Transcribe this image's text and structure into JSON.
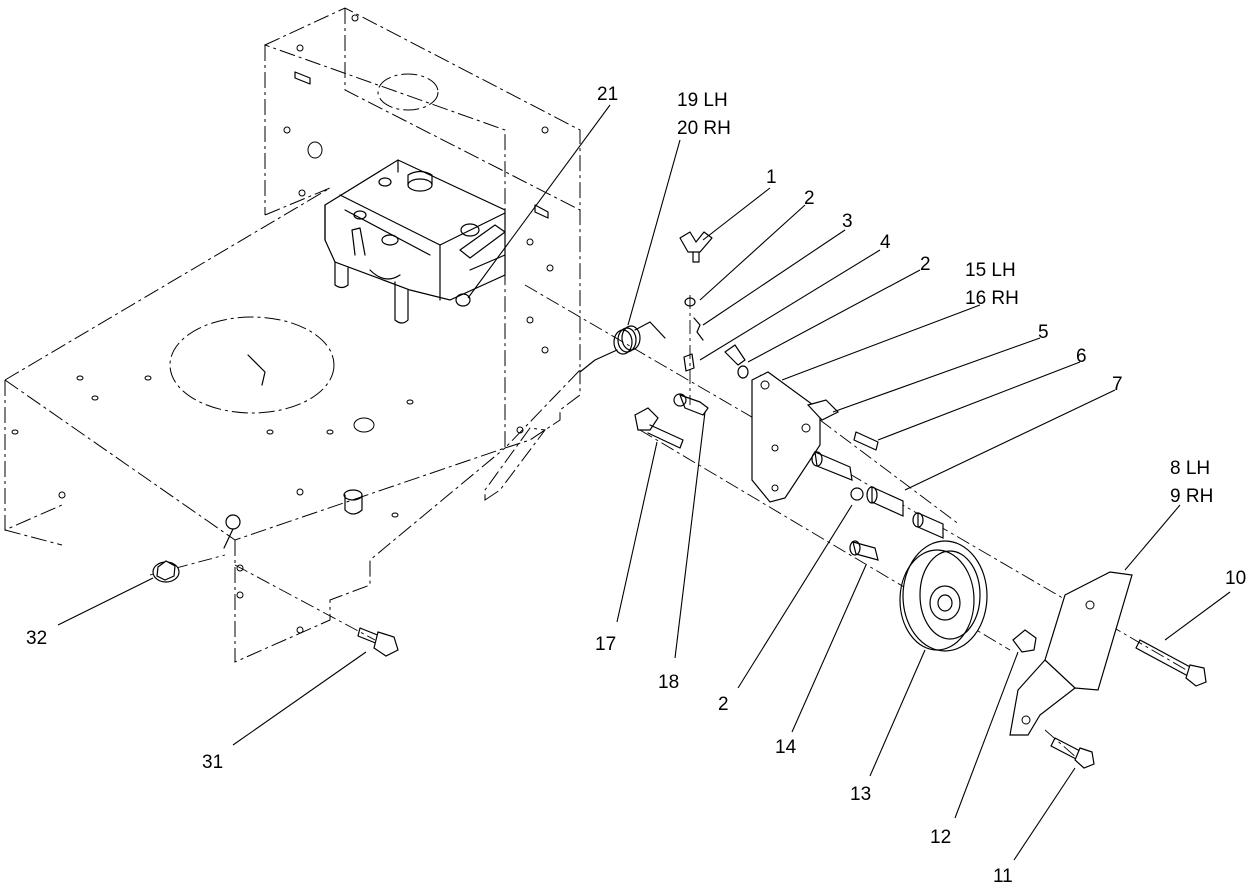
{
  "callouts": {
    "c1": "1",
    "c2a": "2",
    "c2b": "2",
    "c2c": "2",
    "c3": "3",
    "c4": "4",
    "c5": "5",
    "c6": "6",
    "c7": "7",
    "c8": "8 LH",
    "c9": "9 RH",
    "c10": "10",
    "c11": "11",
    "c12": "12",
    "c13": "13",
    "c14": "14",
    "c15": "15 LH",
    "c16": "16 RH",
    "c17": "17",
    "c18": "18",
    "c19": "19 LH",
    "c20": "20 RH",
    "c21": "21",
    "c31": "31",
    "c32": "32"
  }
}
